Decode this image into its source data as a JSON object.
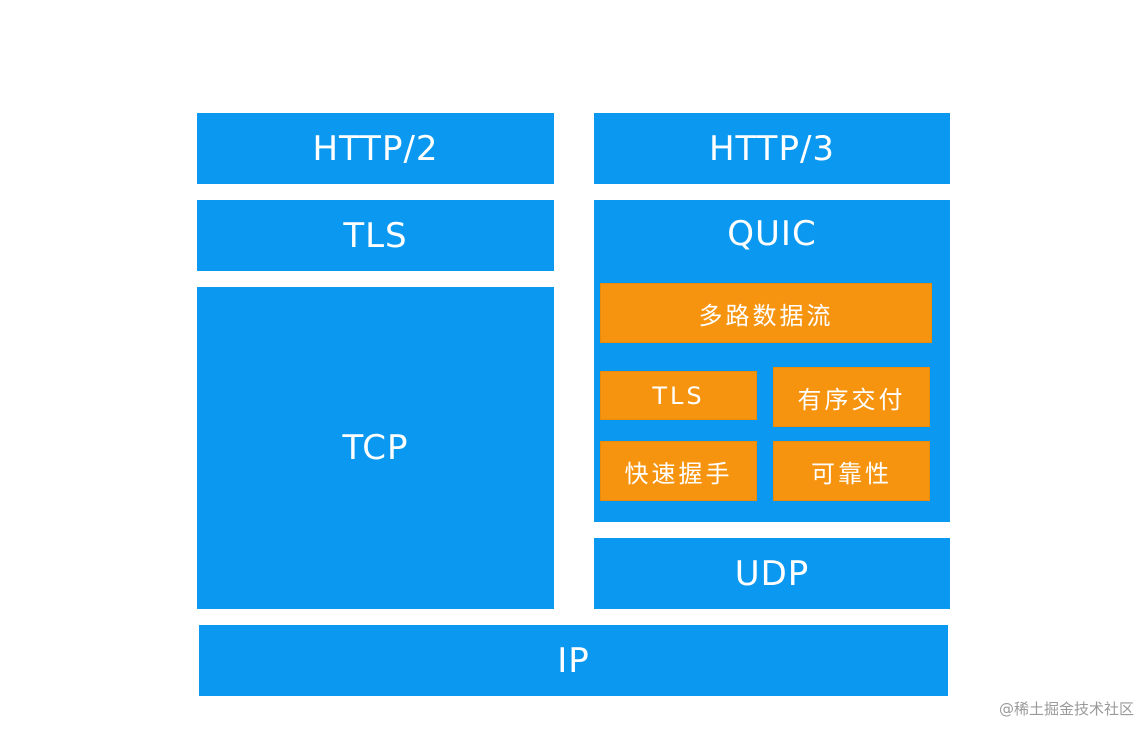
{
  "diagram": {
    "left_stack": {
      "http2": "HTTP/2",
      "tls": "TLS",
      "tcp": "TCP"
    },
    "right_stack": {
      "http3": "HTTP/3",
      "quic": {
        "title": "QUIC",
        "features": {
          "multiplexed_streams": "多路数据流",
          "tls": "TLS",
          "ordered_delivery": "有序交付",
          "fast_handshake": "快速握手",
          "reliability": "可靠性"
        }
      },
      "udp": "UDP"
    },
    "ip": "IP"
  },
  "watermark": "@稀土掘金技术社区",
  "colors": {
    "layer_blue": "#0a98f0",
    "feature_orange": "#f7940f",
    "text": "#ffffff",
    "background": "#ffffff"
  }
}
